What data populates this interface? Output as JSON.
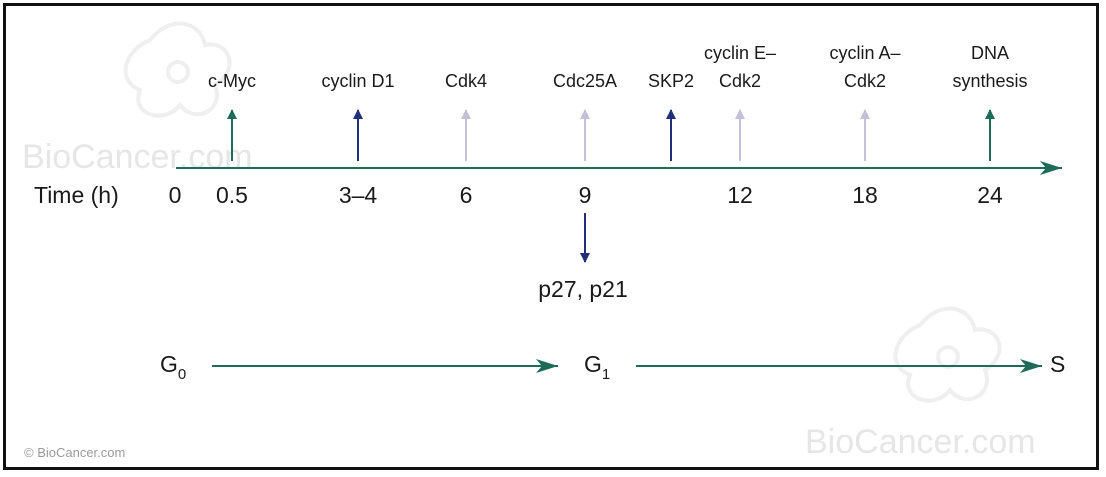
{
  "colors": {
    "teal": "#1f6b5a",
    "navy": "#1f2f7a",
    "lavender": "#c3c1d8",
    "text": "#1a1a1a"
  },
  "timeline": {
    "axis_label": "Time (h)",
    "origin_label": "0",
    "events": [
      {
        "time": "0.5",
        "labels": [
          "c-Myc"
        ],
        "direction": "up",
        "color": "teal"
      },
      {
        "time": "3–4",
        "labels": [
          "cyclin D1"
        ],
        "direction": "up",
        "color": "navy"
      },
      {
        "time": "6",
        "labels": [
          "Cdk4"
        ],
        "direction": "up",
        "color": "lavender"
      },
      {
        "time": "9",
        "labels": [
          "Cdc25A"
        ],
        "direction": "up",
        "color": "lavender"
      },
      {
        "time": "",
        "labels": [
          "SKP2"
        ],
        "direction": "up",
        "color": "navy"
      },
      {
        "time": "12",
        "labels": [
          "cyclin E–",
          "Cdk2"
        ],
        "direction": "up",
        "color": "lavender"
      },
      {
        "time": "18",
        "labels": [
          "cyclin A–",
          "Cdk2"
        ],
        "direction": "up",
        "color": "lavender"
      },
      {
        "time": "24",
        "labels": [
          "DNA",
          "synthesis"
        ],
        "direction": "up",
        "color": "teal"
      }
    ],
    "down_event": {
      "labels": [
        "p27, p21"
      ],
      "direction": "down",
      "color": "navy"
    }
  },
  "phases": {
    "g0": {
      "base": "G",
      "sub": "0"
    },
    "g1": {
      "base": "G",
      "sub": "1"
    },
    "s": {
      "base": "S"
    }
  },
  "watermark": {
    "text": "BioCancer.com",
    "copyright": "© BioCancer.com"
  }
}
